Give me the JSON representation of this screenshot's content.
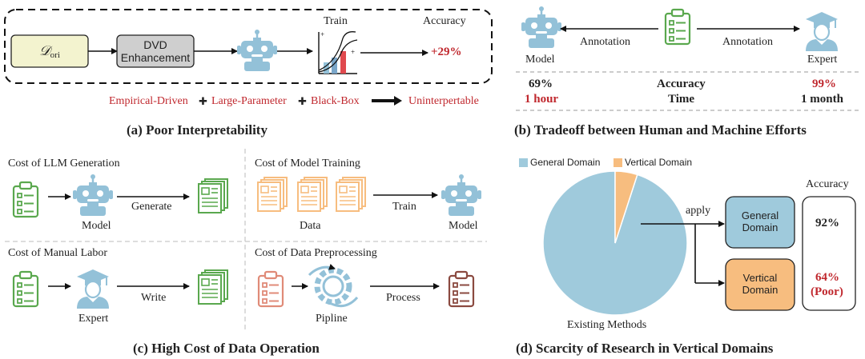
{
  "panel_a": {
    "input_main": "𝒟",
    "input_sub": "ori",
    "dvd_line1": "DVD",
    "dvd_line2": "Enhancement",
    "train_label": "Train",
    "accuracy_label": "Accuracy",
    "accuracy_value": "+29%",
    "bottom_items": [
      "Empirical-Driven",
      "Large-Parameter",
      "Black-Box"
    ],
    "plus_symbol": "✚",
    "result": "Uninterpertable",
    "caption": "(a) Poor Interpretability"
  },
  "panel_b": {
    "model_label": "Model",
    "expert_label": "Expert",
    "annotation_left": "Annotation",
    "annotation_right": "Annotation",
    "model_accuracy": "69%",
    "model_time": "1 hour",
    "center_accuracy": "Accuracy",
    "center_time": "Time",
    "expert_accuracy": "99%",
    "expert_time": "1 month",
    "caption": "(b) Tradeoff between Human and Machine Efforts"
  },
  "panel_c": {
    "q1_title": "Cost of LLM Generation",
    "q1_action": "Generate",
    "q1_agent": "Model",
    "q2_title": "Cost of Model Training",
    "q2_action": "Train",
    "q2_data": "Data",
    "q2_agent": "Model",
    "q3_title": "Cost of Manual Labor",
    "q3_action": "Write",
    "q3_agent": "Expert",
    "q4_title": "Cost of Data Preprocessing",
    "q4_action": "Process",
    "q4_agent": "Pipline",
    "caption": "(c) High Cost of Data Operation"
  },
  "panel_d": {
    "legend_general": "General Domain",
    "legend_vertical": "Vertical Domain",
    "apply_label": "apply",
    "accuracy_header": "Accuracy",
    "general_line1": "General",
    "general_line2": "Domain",
    "vertical_line1": "Vertical",
    "vertical_line2": "Domain",
    "general_accuracy": "92%",
    "vertical_accuracy": "64%",
    "vertical_note": "(Poor)",
    "pie_label": "Existing Methods",
    "caption": "(d) Scarcity of Research in Vertical Domains",
    "vertical_share": 0.05
  },
  "colors": {
    "red": "#c0282e",
    "green": "#5aa84e",
    "robot_blue": "#93c1d8",
    "pie_blue": "#9fcadc",
    "orange": "#f7bd7f",
    "maroon": "#8b4a40",
    "salmon": "#e08b78",
    "input_fill": "#f3f3cf"
  }
}
